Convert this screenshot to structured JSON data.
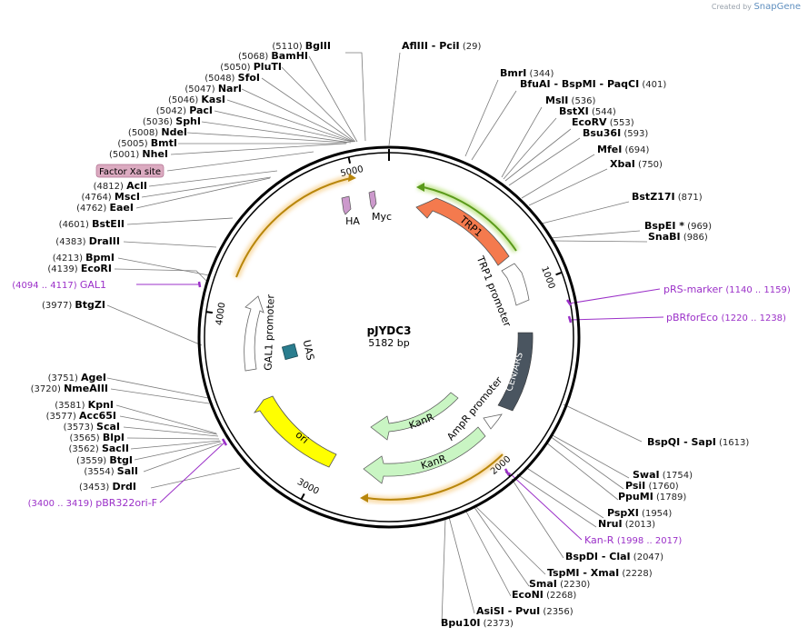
{
  "plasmid": {
    "name": "pJYDC3",
    "length_label": "5182 bp",
    "length": 5182
  },
  "credit": {
    "prefix": "Created by",
    "brand": "SnapGene"
  },
  "ticks": [
    "1000",
    "2000",
    "3000",
    "4000",
    "5000"
  ],
  "features": [
    {
      "id": "trp1",
      "label": "TRP1",
      "color": "#f47a4e"
    },
    {
      "id": "trp1prom",
      "label": "TRP1 promoter",
      "color": "#ffffff"
    },
    {
      "id": "cenars",
      "label": "CEN/ARS",
      "color": "#4a5560"
    },
    {
      "id": "ampr",
      "label": "AmpR promoter",
      "color": "#ffffff"
    },
    {
      "id": "kanr1",
      "label": "KanR",
      "color": "#c9f5c3"
    },
    {
      "id": "kanr2",
      "label": "KanR",
      "color": "#c9f5c3"
    },
    {
      "id": "ori",
      "label": "ori",
      "color": "#ffff00"
    },
    {
      "id": "gal1prom",
      "label": "GAL1 promoter",
      "color": "#ffffff"
    },
    {
      "id": "uas",
      "label": "UAS",
      "color": "#2a7d8e"
    },
    {
      "id": "ha",
      "label": "HA",
      "color": "#cc99cc"
    },
    {
      "id": "myc",
      "label": "Myc",
      "color": "#cc99cc"
    }
  ],
  "factor_xa": {
    "label": "Factor Xa site"
  },
  "enzymes": [
    {
      "name": "BglII",
      "pos": "(5110)"
    },
    {
      "name": "AflIII",
      "pos": "(29)",
      "name2": "PciI"
    },
    {
      "name": "BmrI",
      "pos": "(344)"
    },
    {
      "name": "BfuAI",
      "pos": "(401)",
      "name2": "BspMI",
      "name3": "PaqCI"
    },
    {
      "name": "MslI",
      "pos": "(536)"
    },
    {
      "name": "BstXI",
      "pos": "(544)"
    },
    {
      "name": "EcoRV",
      "pos": "(553)"
    },
    {
      "name": "Bsu36I",
      "pos": "(593)"
    },
    {
      "name": "MfeI",
      "pos": "(694)"
    },
    {
      "name": "XbaI",
      "pos": "(750)"
    },
    {
      "name": "BstZ17I",
      "pos": "(871)"
    },
    {
      "name": "BspEI *",
      "pos": "(969)"
    },
    {
      "name": "SnaBI",
      "pos": "(986)"
    },
    {
      "name": "BspQI",
      "pos": "(1613)",
      "name2": "SapI"
    },
    {
      "name": "SwaI",
      "pos": "(1754)"
    },
    {
      "name": "PsiI",
      "pos": "(1760)"
    },
    {
      "name": "PpuMI",
      "pos": "(1789)"
    },
    {
      "name": "PspXI",
      "pos": "(1954)"
    },
    {
      "name": "NruI",
      "pos": "(2013)"
    },
    {
      "name": "BspDI",
      "pos": "(2047)",
      "name2": "ClaI"
    },
    {
      "name": "TspMI",
      "pos": "(2228)",
      "name2": "XmaI"
    },
    {
      "name": "SmaI",
      "pos": "(2230)"
    },
    {
      "name": "EcoNI",
      "pos": "(2268)"
    },
    {
      "name": "AsiSI",
      "pos": "(2356)",
      "name2": "PvuI"
    },
    {
      "name": "Bpu10I",
      "pos": "(2373)"
    },
    {
      "name": "DrdI",
      "pos": "(3453)"
    },
    {
      "name": "SalI",
      "pos": "(3554)"
    },
    {
      "name": "BtgI",
      "pos": "(3559)"
    },
    {
      "name": "SacII",
      "pos": "(3562)"
    },
    {
      "name": "BlpI",
      "pos": "(3565)"
    },
    {
      "name": "ScaI",
      "pos": "(3573)"
    },
    {
      "name": "Acc65I",
      "pos": "(3577)"
    },
    {
      "name": "KpnI",
      "pos": "(3581)"
    },
    {
      "name": "NmeAIII",
      "pos": "(3720)"
    },
    {
      "name": "AgeI",
      "pos": "(3751)"
    },
    {
      "name": "BtgZI",
      "pos": "(3977)"
    },
    {
      "name": "EcoRI",
      "pos": "(4139)"
    },
    {
      "name": "BpmI",
      "pos": "(4213)"
    },
    {
      "name": "DraIII",
      "pos": "(4383)"
    },
    {
      "name": "BstEII",
      "pos": "(4601)"
    },
    {
      "name": "EaeI",
      "pos": "(4762)"
    },
    {
      "name": "MscI",
      "pos": "(4764)"
    },
    {
      "name": "AclI",
      "pos": "(4812)"
    },
    {
      "name": "NheI",
      "pos": "(5001)"
    },
    {
      "name": "BmtI",
      "pos": "(5005)"
    },
    {
      "name": "NdeI",
      "pos": "(5008)"
    },
    {
      "name": "SphI",
      "pos": "(5036)"
    },
    {
      "name": "PacI",
      "pos": "(5042)"
    },
    {
      "name": "KasI",
      "pos": "(5046)"
    },
    {
      "name": "NarI",
      "pos": "(5047)"
    },
    {
      "name": "SfoI",
      "pos": "(5048)"
    },
    {
      "name": "PluTI",
      "pos": "(5050)"
    },
    {
      "name": "BamHI",
      "pos": "(5068)"
    }
  ],
  "primers": [
    {
      "name": "pRS-marker",
      "range": "(1140 .. 1159)"
    },
    {
      "name": "pBRforEco",
      "range": "(1220 .. 1238)"
    },
    {
      "name": "Kan-R",
      "range": "(1998 .. 2017)"
    },
    {
      "name": "pBR322ori-F",
      "range": "(3400 .. 3419)"
    },
    {
      "name": "GAL1",
      "range": "(4094 .. 4117)"
    }
  ]
}
